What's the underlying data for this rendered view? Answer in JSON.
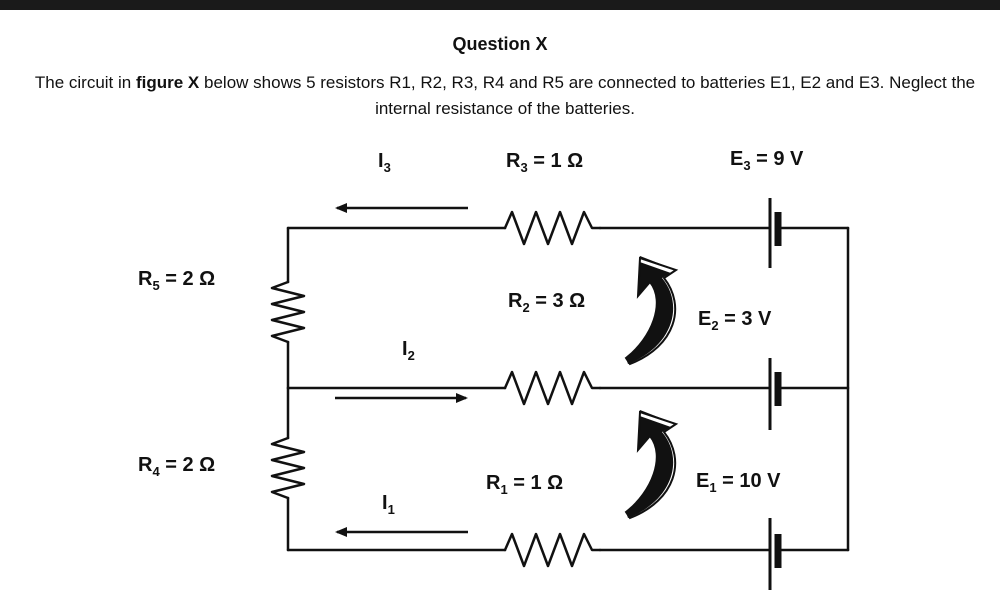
{
  "question": {
    "title": "Question X",
    "text_before": "The circuit in",
    "text_bold": "figure X",
    "text_after": "below shows 5 resistors R1, R2, R3, R4 and R5 are connected to batteries E1, E2 and E3. Neglect the internal resistance of the batteries."
  },
  "labels": {
    "i3": "I",
    "i3_sub": "3",
    "i2": "I",
    "i2_sub": "2",
    "i1": "I",
    "i1_sub": "1",
    "r3": "R",
    "r3_sub": "3",
    "r3_val": "= 1 Ω",
    "r2": "R",
    "r2_sub": "2",
    "r2_val": "= 3 Ω",
    "r1": "R",
    "r1_sub": "1",
    "r1_val": "= 1 Ω",
    "r5": "R",
    "r5_sub": "5",
    "r5_val": "= 2 Ω",
    "r4": "R",
    "r4_sub": "4",
    "r4_val": "= 2 Ω",
    "e3": "E",
    "e3_sub": "3",
    "e3_val": "= 9 V",
    "e2": "E",
    "e2_sub": "2",
    "e2_val": "= 3 V",
    "e1": "E",
    "e1_sub": "1",
    "e1_val": "= 10 V"
  }
}
